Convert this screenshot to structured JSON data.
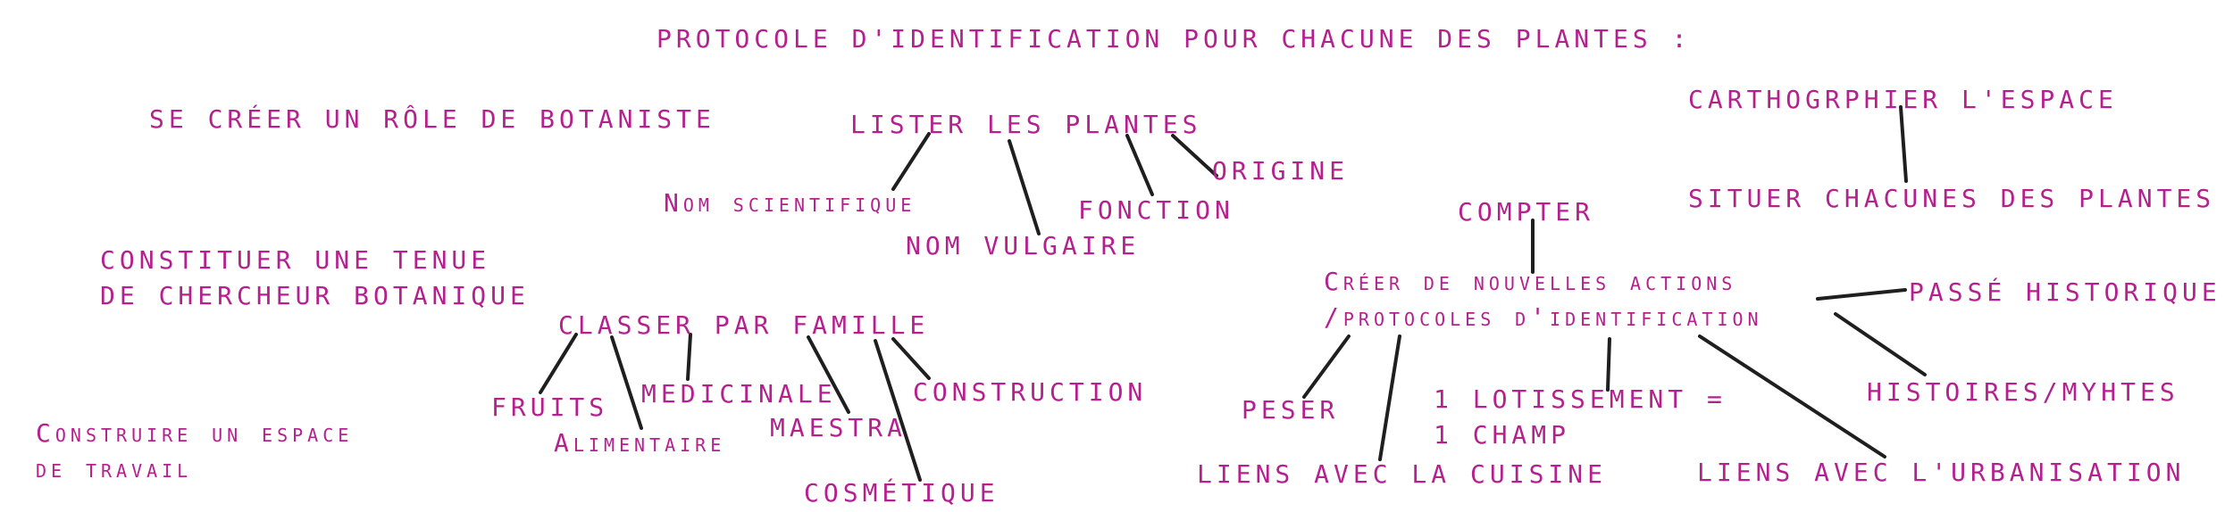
{
  "diagram": {
    "title": "PROTOCOLE D'IDENTIFICATION POUR CHACUNE DES PLANTES :",
    "colors": {
      "text": "#b5208f",
      "line": "#1f1f1f",
      "background": "#ffffff"
    },
    "left_column": {
      "role": "SE CRÉER UN RÔLE DE BOTANISTE",
      "tenue_1": "CONSTITUER UNE TENUE",
      "tenue_2": "DE CHERCHEUR BOTANIQUE",
      "espace_1": "Construire un espace",
      "espace_2": "de travail"
    },
    "lister": {
      "label": "LISTER LES PLANTES",
      "nom_scientifique": "Nom scientifique",
      "nom_vulgaire": "NOM VULGAIRE",
      "fonction": "FONCTION",
      "origine": "ORIGINE"
    },
    "classer": {
      "label": "CLASSER PAR FAMILLE",
      "fruits": "FRUITS",
      "alimentaire": "Alimentaire",
      "medicinale": "MEDICINALE",
      "maestra": "MAESTRA",
      "construction": "CONSTRUCTION",
      "cosmetique": "COSMÉTIQUE"
    },
    "actions": {
      "label_1": "Créer de nouvelles actions",
      "label_2": "/protocoles d'identification",
      "compter": "COMPTER",
      "peser": "PESER",
      "cuisine": "LIENS AVEC LA CUISINE",
      "lotissement_1": "1 LOTISSEMENT =",
      "lotissement_2": "1 CHAMP",
      "urbanisation": "LIENS AVEC L'URBANISATION",
      "passe": "PASSÉ HISTORIQUE",
      "histoires": "HISTOIRES/MYHTES"
    },
    "carto": {
      "label": "CARTHOGRPHIER L'ESPACE",
      "situer": "SITUER CHACUNES DES PLANTES"
    }
  }
}
